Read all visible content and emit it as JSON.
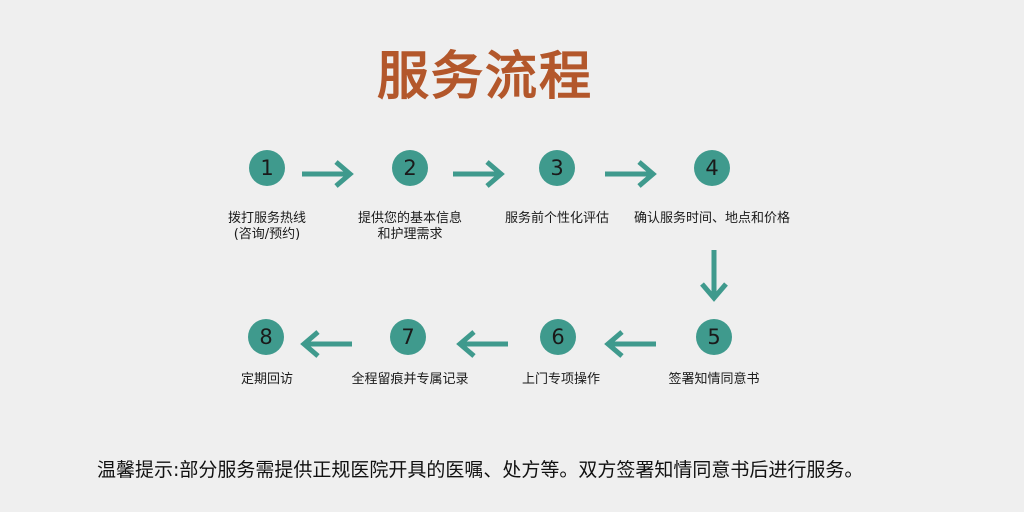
{
  "title": "服务流程",
  "steps": [
    {
      "num": "1",
      "label": "拨打服务热线",
      "sub": "(咨询/预约)"
    },
    {
      "num": "2",
      "label": "提供您的基本信息",
      "sub": "和护理需求"
    },
    {
      "num": "3",
      "label": "服务前个性化评估",
      "sub": ""
    },
    {
      "num": "4",
      "label": "确认服务时间、地点和价格",
      "sub": ""
    },
    {
      "num": "5",
      "label": "签署知情同意书",
      "sub": ""
    },
    {
      "num": "6",
      "label": "上门专项操作",
      "sub": ""
    },
    {
      "num": "7",
      "label": "全程留痕并专属记录",
      "sub": ""
    },
    {
      "num": "8",
      "label": "定期回访",
      "sub": ""
    }
  ],
  "tip": "温馨提示:部分服务需提供正规医院开具的医嘱、处方等。双方签署知情同意书后进行服务。",
  "colors": {
    "accent": "#3f9a8d",
    "title": "#b3572b"
  }
}
